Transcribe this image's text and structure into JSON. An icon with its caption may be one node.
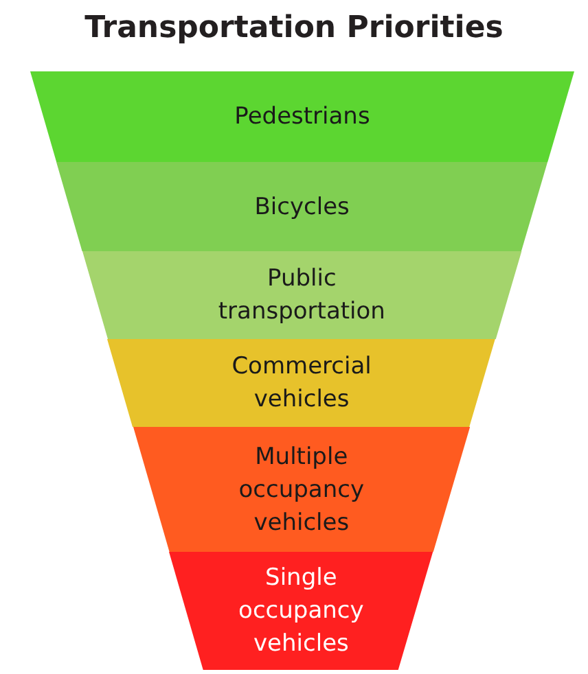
{
  "diagram": {
    "title": "Transportation Priorities",
    "nodes": [
      {
        "text": [
          "Pedestrians"
        ]
      },
      {
        "text": [
          "Bicycles"
        ]
      },
      {
        "text": [
          "Public transportation"
        ]
      },
      {
        "text": [
          "Commercial vehicles"
        ]
      },
      {
        "text": [
          "Multiple occupancy vehicles"
        ]
      },
      {
        "text": [
          "Single occupancy vehicles"
        ]
      }
    ]
  }
}
